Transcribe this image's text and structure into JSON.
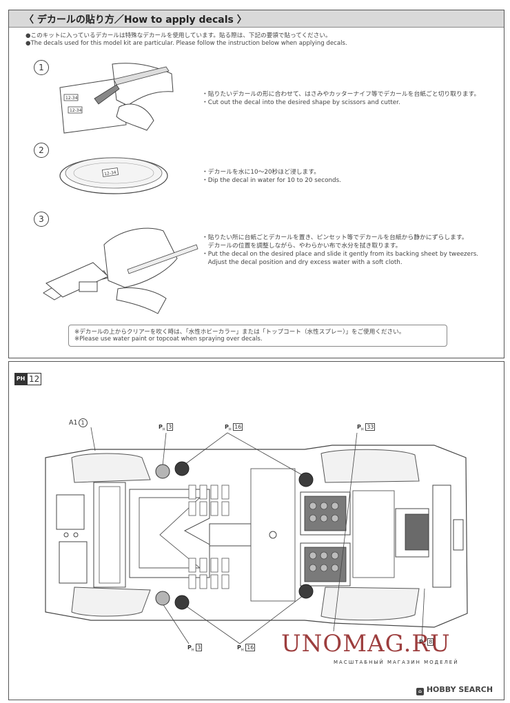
{
  "decal_section": {
    "title": "〈 デカールの貼り方／How to apply decals 〉",
    "intro_jp": "●このキットに入っているデカールは特殊なデカールを使用しています。貼る際は、下記の要領で貼ってください。",
    "intro_en": "●The decals used for this model kit are particular. Please follow the instruction below when applying decals.",
    "decal_code": "12-34",
    "steps": [
      {
        "number": "1",
        "lines": [
          "・貼りたいデカールの形に合わせて、はさみやカッターナイフ等でデカールを台紙ごと切り取ります。",
          "・Cut out the decal into the desired shape by scissors and cutter."
        ]
      },
      {
        "number": "2",
        "lines": [
          "・デカールを水に10～20秒ほど浸します。",
          "・Dip the decal in water for 10 to 20 seconds."
        ]
      },
      {
        "number": "3",
        "lines": [
          "・貼りたい所に台紙ごとデカールを置き、ピンセット等でデカールを台紙から静かにずらします。",
          "　デカールの位置を調整しながら、やわらかい布で水分を拭き取ります。",
          "・Put the decal on the desired place and slide it gently from its backing sheet by tweezers.",
          "　Adjust the decal position and dry excess water with a soft cloth."
        ]
      }
    ],
    "note_jp": "※デカールの上からクリアーを吹く時は、「水性ホビーカラー」または「トップコート（水性スプレー）」をご使用ください。",
    "note_en": "※Please use water paint or topcoat when spraying over decals."
  },
  "chassis_section": {
    "step_number": "12",
    "step_icon": "PH",
    "part_label": "A1",
    "part_number": "1",
    "paint_markers": {
      "top_left": "3",
      "top_center": "16",
      "top_right": "33",
      "bottom_left": "3",
      "bottom_center": "16",
      "bottom_right": "8"
    },
    "paint_prefix": "P",
    "paint_sub": "H"
  },
  "watermark": {
    "brand": "UNOMAG.RU",
    "tagline": "МАСШТАБНЫЙ МАГАЗИН МОДЕЛЕЙ"
  },
  "footer": {
    "logo_text": "HOBBY SEARCH"
  },
  "colors": {
    "title_bar": "#d9d9d9",
    "watermark": "#8d1d1d",
    "paint_light": "#b5b5b5",
    "paint_dark": "#3c3c3c"
  }
}
